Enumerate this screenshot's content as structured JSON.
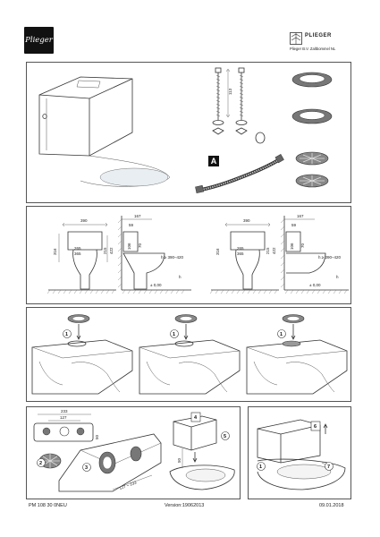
{
  "header": {
    "logo_text": "Plieger",
    "brand_name": "PLIEGER",
    "company_line": "Plieger B.V. Zaltbommel NL"
  },
  "parts": {
    "hose_label": "A"
  },
  "dimensions": {
    "bolt_length": "113",
    "front_width": "390",
    "inner_265": "265",
    "inner_365": "365",
    "h316": "316",
    "h215": "215",
    "h422": "422",
    "h106": "106",
    "h70": "70",
    "side_167": "167",
    "side_59": "59",
    "height_range": "h ≥ 390–420",
    "level_zero": "± 0,00",
    "h_mark": "h",
    "d233": "233",
    "d127": "127",
    "d127_233": "127 – 233",
    "d50": "50"
  },
  "steps": [
    "1",
    "1",
    "1",
    "2",
    "3",
    "4",
    "5",
    "6",
    "7",
    "1"
  ],
  "footer": {
    "doc_code": "PM 108 30  0NEU",
    "version": "Version:19062013",
    "date": "09.01.2018"
  }
}
